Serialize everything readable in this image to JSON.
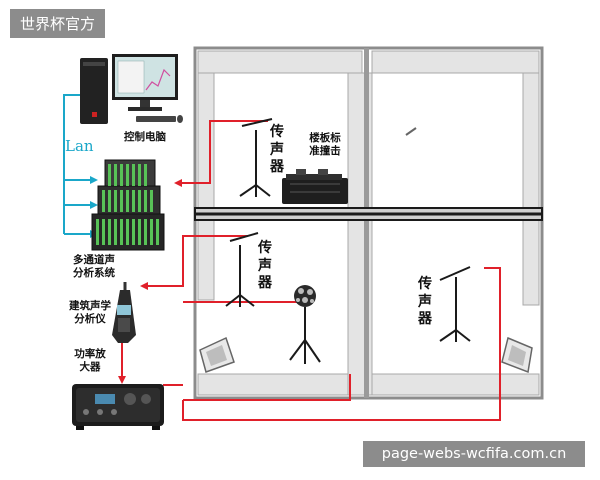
{
  "watermark_brand": "世界杯官方",
  "watermark_url": "page-webs-wcfifa.com.cn",
  "labels": {
    "lan": "Lan",
    "control_pc": "控制电脑",
    "daq": [
      "多通道声",
      "分析系统"
    ],
    "analyzer": [
      "建筑声学",
      "分析仪"
    ],
    "amplifier": [
      "功率放",
      "大器"
    ],
    "tapping": [
      "楼板标",
      "准撞击"
    ],
    "mic": "传声器"
  },
  "colors": {
    "cable_red": "#e0202a",
    "network_cyan": "#1aa7c9",
    "wall": "#d6d6d6",
    "wall_edge": "#9a9a9a",
    "floor_slab": "#1a1a1a"
  }
}
